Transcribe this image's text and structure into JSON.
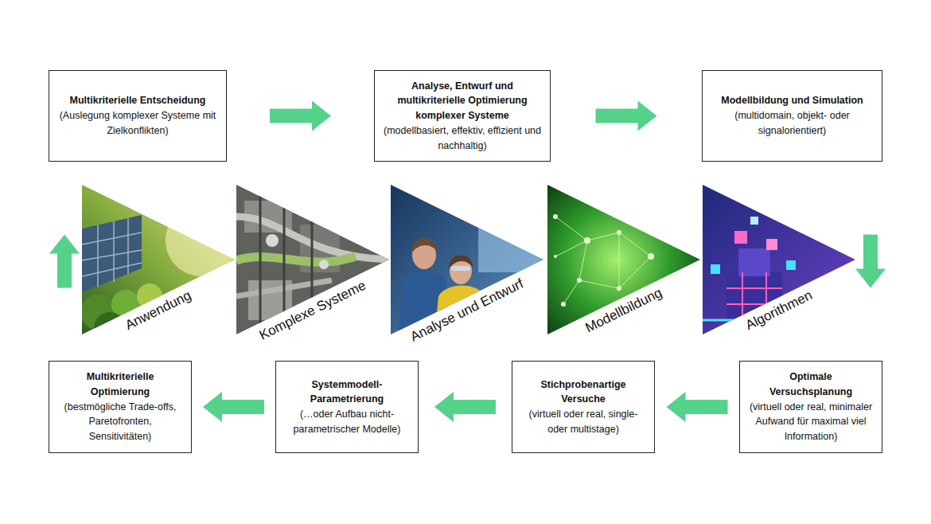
{
  "diagram": {
    "nodes": [
      {
        "text": [
          "Multikriterielle Entscheidung",
          "(Auslegung komplexer Systeme mit Zielkonflikten)"
        ]
      },
      {
        "text": [
          "Analyse, Entwurf und multikriterielle Optimierung komplexer Systeme",
          "(modellbasiert, effektiv, effizient und nachhaltig)"
        ]
      },
      {
        "text": [
          "Modellbildung und Simulation",
          "(multidomain, objekt- oder signalorientiert)"
        ]
      },
      {
        "text": [
          "Anwendung"
        ]
      },
      {
        "text": [
          "Komplexe Systeme"
        ]
      },
      {
        "text": [
          "Analyse und Entwurf"
        ]
      },
      {
        "text": [
          "Modellbildung"
        ]
      },
      {
        "text": [
          "Algorithmen"
        ]
      },
      {
        "text": [
          "Optimale Versuchsplanung",
          "(virtuell oder real, minimaler Aufwand für maximal viel Information)"
        ]
      },
      {
        "text": [
          "Stichprobenartige Versuche",
          "(virtuell oder real, single- oder multistage)"
        ]
      },
      {
        "text": [
          "Systemmodell-Parametrierung",
          "(…oder Aufbau nicht-parametrischer Modelle)"
        ]
      },
      {
        "text": [
          "Multikriterielle Optimierung",
          "(bestmögliche Trade-offs, Paretofronten, Sensitivitäten)"
        ]
      }
    ],
    "edges": [
      {
        "from": 0,
        "to": 1,
        "arrow": "to"
      },
      {
        "from": 1,
        "to": 2,
        "arrow": "to"
      },
      {
        "from": 2,
        "to": 8,
        "arrow": "to"
      },
      {
        "from": 8,
        "to": 9,
        "arrow": "to"
      },
      {
        "from": 9,
        "to": 10,
        "arrow": "to"
      },
      {
        "from": 10,
        "to": 11,
        "arrow": "to"
      },
      {
        "from": 11,
        "to": 0,
        "arrow": "to"
      }
    ]
  }
}
